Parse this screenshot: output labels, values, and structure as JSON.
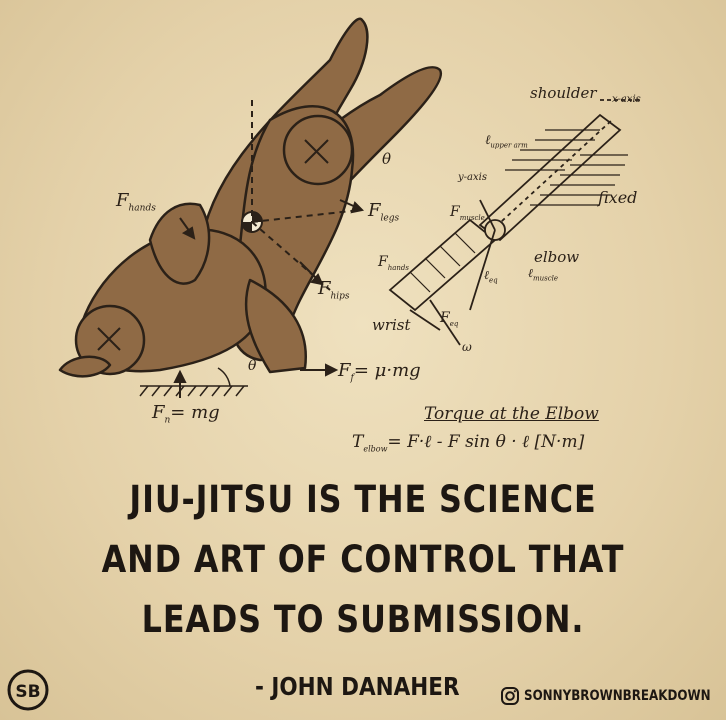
{
  "diagram": {
    "labels": {
      "f_hands": "F",
      "f_hands_sub": "hands",
      "f_legs": "F",
      "f_legs_sub": "legs",
      "f_hips": "F",
      "f_hips_sub": "hips",
      "f_friction": "F",
      "f_friction_sub": "f",
      "f_friction_eq": "= μ·mg",
      "f_normal": "F",
      "f_normal_sub": "n",
      "f_normal_eq": "= mg",
      "theta_top": "θ",
      "theta_bottom": "θ",
      "shoulder": "shoulder",
      "x_axis": "x-axis",
      "y_axis": "y-axis",
      "l_upper_arm": "ℓ",
      "l_upper_arm_sub": "upper arm",
      "fixed": "fixed",
      "elbow": "elbow",
      "l_muscle": "ℓ",
      "l_muscle_sub": "muscle",
      "f_muscle": "F",
      "f_muscle_sub": "muscle",
      "f_hands_arm": "F",
      "f_hands_arm_sub": "hands",
      "l_eq": "ℓ",
      "l_eq_sub": "eq",
      "wrist": "wrist",
      "f_eq": "F",
      "f_eq_sub": "eq",
      "omega": "ω",
      "torque_title": "Torque at the Elbow",
      "torque_formula": "T",
      "torque_formula_sub": "elbow",
      "torque_formula_rest": "= F·ℓ - F sin θ · ℓ [N·m]"
    }
  },
  "quote": {
    "line1": "JIU-JITSU IS THE SCIENCE",
    "line2": "AND ART OF CONTROL THAT",
    "line3": "LEADS TO SUBMISSION.",
    "author": "- JOHN DANAHER"
  },
  "branding": {
    "logo_text": "SB",
    "handle": "SONNYBROWNBREAKDOWN",
    "instagram_icon": "instagram-icon"
  }
}
